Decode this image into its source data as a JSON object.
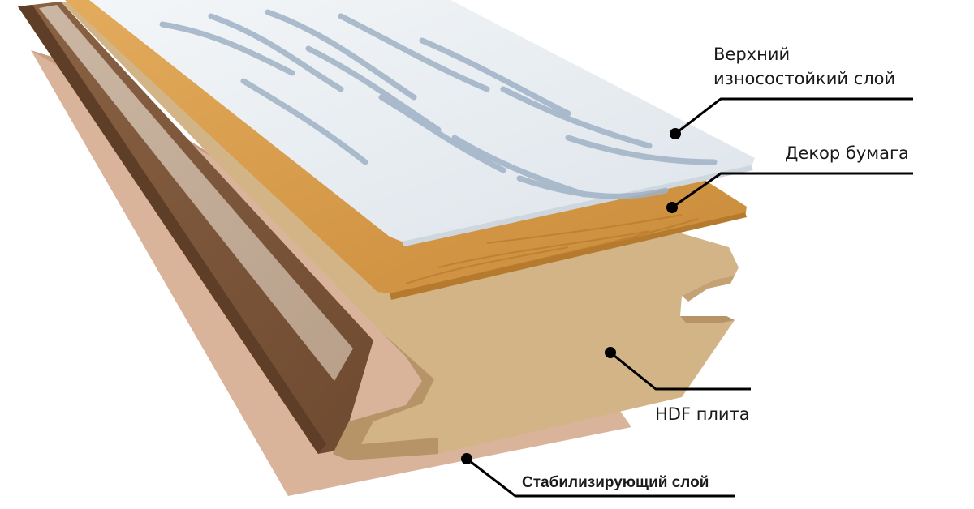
{
  "layers": {
    "top": {
      "line1": "Верхний",
      "line2": "износостойкий слой"
    },
    "decor": {
      "label": "Декор бумага"
    },
    "hdf": {
      "label": "HDF плита"
    },
    "stabilizing": {
      "label": "Стабилизирующий слой"
    }
  },
  "colors": {
    "wear_layer": "#e6ebef",
    "wear_pattern": "#9fb2c6",
    "decor_paper": "#d49a45",
    "decor_grain": "#b8792e",
    "hdf_face": "#d3b487",
    "hdf_dark": "#b79468",
    "tongue_brown": "#7a5438",
    "stabilizing_layer": "#d9b39a",
    "leader_line": "#000000"
  }
}
